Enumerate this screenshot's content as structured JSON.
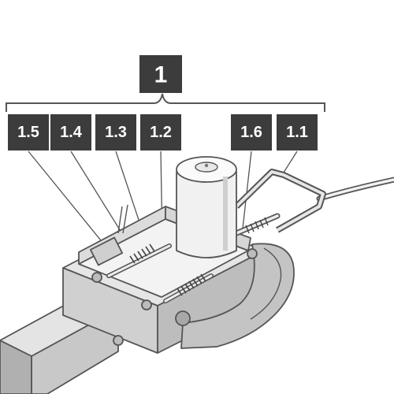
{
  "main_label": "1",
  "part_labels": {
    "p15": "1.5",
    "p14": "1.4",
    "p13": "1.3",
    "p12": "1.2",
    "p16": "1.6",
    "p11": "1.1"
  },
  "colors": {
    "label_bg": "#3c3c3c",
    "label_text": "#ffffff",
    "outline": "#555555",
    "housing_fill": "#d2d2d2",
    "housing_shade": "#b4b4b4",
    "housing_light": "#e9e9e9"
  }
}
